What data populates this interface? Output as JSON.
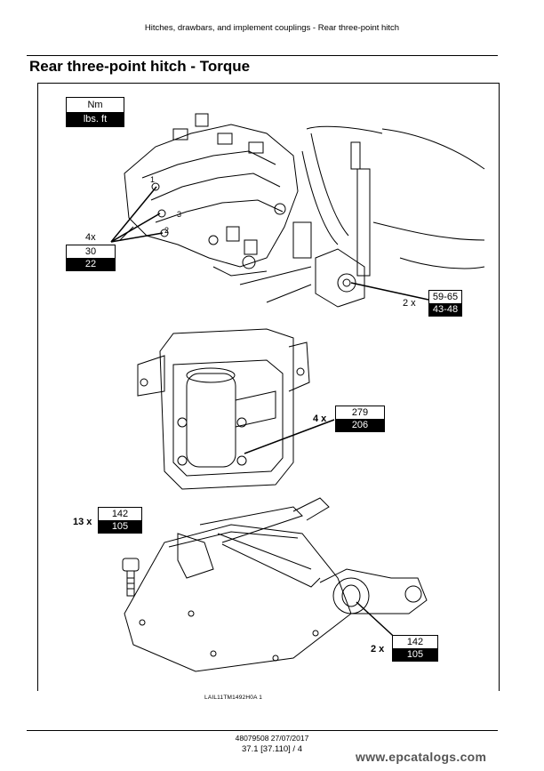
{
  "header": {
    "section_title": "Hitches, drawbars, and implement couplings - Rear three-point hitch"
  },
  "page_title": "Rear three-point hitch - Torque",
  "legend": {
    "top": "Nm",
    "bottom": "lbs. ft"
  },
  "callouts": [
    {
      "id": "valve",
      "qty": "4x",
      "nm": "30",
      "lbft": "22"
    },
    {
      "id": "rocker",
      "qty": "2 x",
      "nm": "59-65",
      "lbft": "43-48"
    },
    {
      "id": "cylinder",
      "qty": "4 x",
      "nm": "279",
      "lbft": "206"
    },
    {
      "id": "bolt",
      "qty": "13 x",
      "nm": "142",
      "lbft": "105"
    },
    {
      "id": "arm",
      "qty": "2 x",
      "nm": "142",
      "lbft": "105"
    }
  ],
  "part_numbers": [
    "1",
    "2",
    "3"
  ],
  "figure_caption": "LAIL11TM1492H0A    1",
  "footer": {
    "doc_date": "48079508 27/07/2017",
    "page_ref": "37.1 [37.110] / 4"
  },
  "watermark": "www.epcatalogs.com",
  "colors": {
    "ink": "#000000",
    "paper": "#ffffff"
  }
}
